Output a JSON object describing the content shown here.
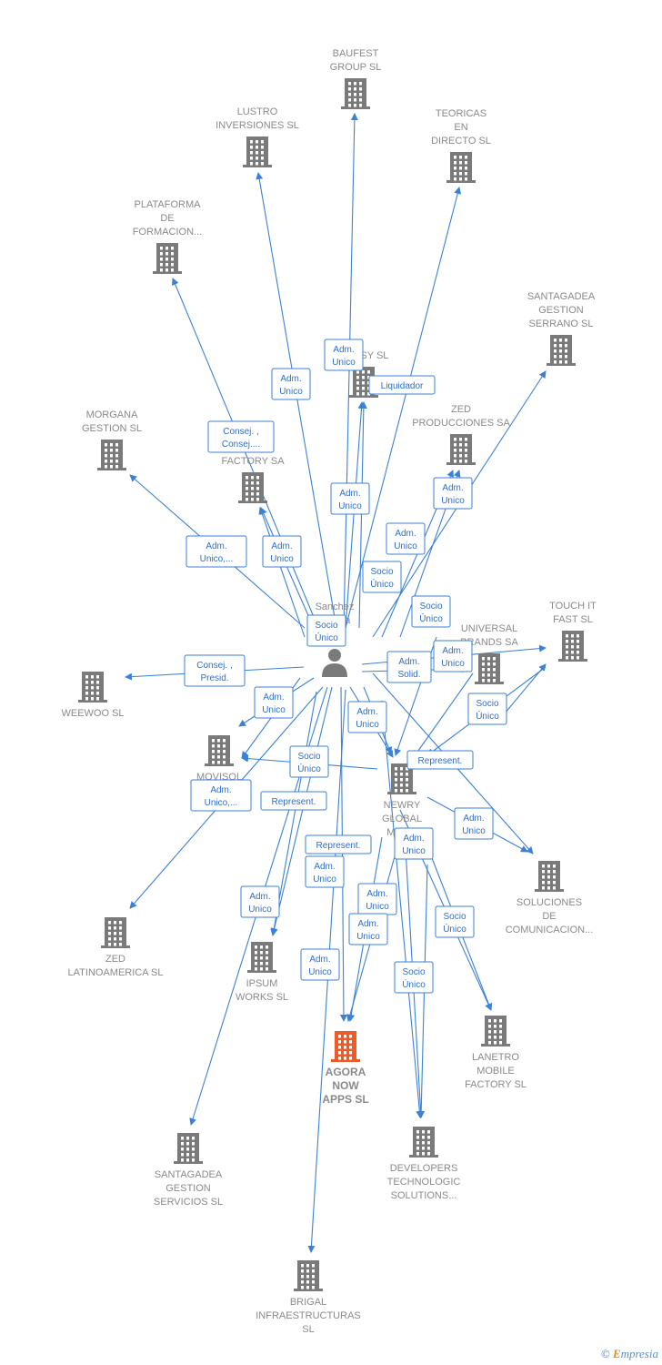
{
  "colors": {
    "edge": "#3b82d6",
    "company": "#7a7a7a",
    "focus": "#f05a28",
    "person": "#7a7a7a"
  },
  "center_person": {
    "label_lines": [
      "Sanchez",
      "B...aria"
    ]
  },
  "nodes": [
    {
      "id": "baufest",
      "label_lines": [
        "BAUFEST",
        "GROUP  SL"
      ]
    },
    {
      "id": "lustro",
      "label_lines": [
        "LUSTRO",
        "INVERSIONES SL"
      ]
    },
    {
      "id": "teoricas",
      "label_lines": [
        "TEORICAS",
        "EN",
        "DIRECTO SL"
      ]
    },
    {
      "id": "plataforma",
      "label_lines": [
        "PLATAFORMA",
        "DE",
        "FORMACION..."
      ]
    },
    {
      "id": "santagadea_serrano",
      "label_lines": [
        "SANTAGADEA",
        "GESTION",
        "SERRANO  SL"
      ]
    },
    {
      "id": "easy",
      "label_lines": [
        "S...ASY SL"
      ]
    },
    {
      "id": "zed_prod",
      "label_lines": [
        "ZED",
        "PRODUCCIONES SA"
      ]
    },
    {
      "id": "morgana",
      "label_lines": [
        "MORGANA",
        "GESTION  SL"
      ]
    },
    {
      "id": "factory",
      "label_lines": [
        "FACTORY SA"
      ]
    },
    {
      "id": "touchit",
      "label_lines": [
        "TOUCH IT",
        "FAST SL"
      ]
    },
    {
      "id": "universal",
      "label_lines": [
        "UNIVERSAL",
        "BRANDS SA"
      ]
    },
    {
      "id": "weewoo",
      "label_lines": [
        "WEEWOO  SL"
      ]
    },
    {
      "id": "movisol",
      "label_lines": [
        "MOVISOL",
        "M..."
      ]
    },
    {
      "id": "newry",
      "label_lines": [
        "NEWRY",
        "GLOBAL",
        "MED..."
      ]
    },
    {
      "id": "soluciones",
      "label_lines": [
        "SOLUCIONES",
        "DE",
        "COMUNICACION..."
      ]
    },
    {
      "id": "zed_latam",
      "label_lines": [
        "ZED",
        "LATINOAMERICA SL"
      ]
    },
    {
      "id": "ipsum",
      "label_lines": [
        "IPSUM",
        "WORKS  SL"
      ]
    },
    {
      "id": "agora",
      "label_lines": [
        "AGORA",
        "NOW",
        "APPS  SL"
      ],
      "focus": true
    },
    {
      "id": "lanetro",
      "label_lines": [
        "LANETRO",
        "MOBILE",
        "FACTORY SL"
      ]
    },
    {
      "id": "santagadea_servicios",
      "label_lines": [
        "SANTAGADEA",
        "GESTION",
        "SERVICIOS  SL"
      ]
    },
    {
      "id": "developers",
      "label_lines": [
        "DEVELOPERS",
        "TECHNOLOGIC",
        "SOLUTIONS..."
      ]
    },
    {
      "id": "brigal",
      "label_lines": [
        "BRIGAL",
        "INFRAESTRUCTURAS",
        "SL"
      ]
    }
  ],
  "edge_labels": [
    [
      "Adm.",
      "Unico"
    ],
    [
      "Liquidador"
    ],
    [
      "Adm.",
      "Unico"
    ],
    [
      "Consej. ,",
      "Consej...."
    ],
    [
      "Adm.",
      "Unico"
    ],
    [
      "Adm.",
      "Unico"
    ],
    [
      "Adm.",
      "Unico"
    ],
    [
      "Adm.",
      "Unico,..."
    ],
    [
      "Adm.",
      "Unico"
    ],
    [
      "Socio",
      "Único"
    ],
    [
      "Socio",
      "Único"
    ],
    [
      "Socio",
      "Único"
    ],
    [
      "Adm.",
      "Solid."
    ],
    [
      "Adm.",
      "Unico"
    ],
    [
      "Consej. ,",
      "Presid."
    ],
    [
      "Adm.",
      "Unico"
    ],
    [
      "Socio",
      "Único"
    ],
    [
      "Adm.",
      "Unico"
    ],
    [
      "Socio",
      "Único"
    ],
    [
      "Represent."
    ],
    [
      "Adm.",
      "Unico,..."
    ],
    [
      "Represent."
    ],
    [
      "Adm.",
      "Unico"
    ],
    [
      "Represent."
    ],
    [
      "Adm.",
      "Unico"
    ],
    [
      "Adm.",
      "Unico"
    ],
    [
      "Adm.",
      "Unico"
    ],
    [
      "Adm.",
      "Unico"
    ],
    [
      "Socio",
      "Único"
    ],
    [
      "Adm.",
      "Unico"
    ],
    [
      "Adm.",
      "Unico"
    ],
    [
      "Socio",
      "Único"
    ]
  ],
  "credit": {
    "symbol": "©",
    "brand_initial": "E",
    "brand_rest": "mpresia"
  }
}
